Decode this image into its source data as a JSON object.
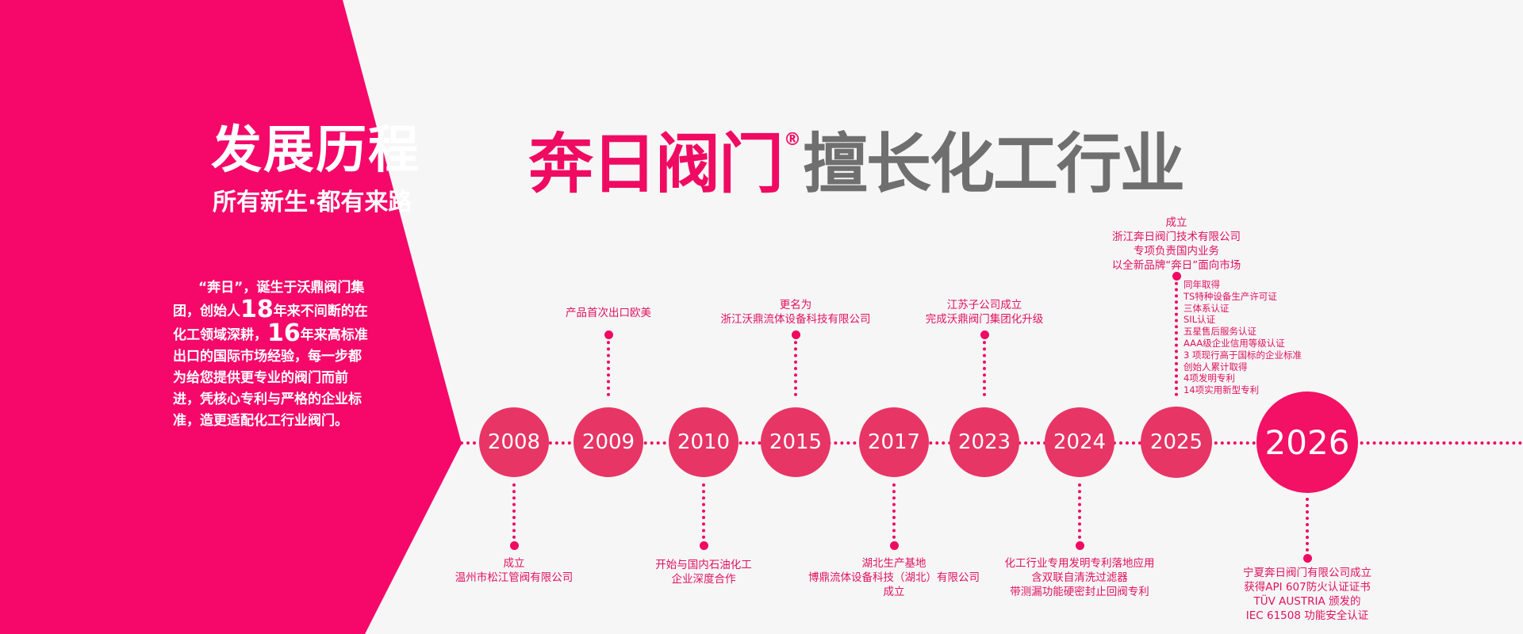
{
  "heading": {
    "title": "发展历程",
    "subtitle": "所有新生·都有来路"
  },
  "intro": {
    "part1": "“奔日”，诞生于沃鼎阀门集团，创始人",
    "num1": "18",
    "part2": "年来不间断的在化工领域深耕，",
    "num2": "16",
    "part3": "年来高标准出口的国际市场经验，每一步都为给您提供更专业的阀门而前进，凭核心专利与严格的企业标准，造更适配化工行业阀门。"
  },
  "brand": {
    "name": "奔日阀门",
    "registered": "®",
    "slogan": "擅长化工行业"
  },
  "timeline": [
    {
      "year": "2008",
      "caption": [
        "成立",
        "温州市松江管阀有限公司"
      ]
    },
    {
      "year": "2009",
      "caption": [
        "产品首次出口欧美"
      ]
    },
    {
      "year": "2010",
      "caption": [
        "开始与国内石油化工",
        "企业深度合作"
      ]
    },
    {
      "year": "2015",
      "caption": [
        "更名为",
        "浙江沃鼎流体设备科技有限公司"
      ]
    },
    {
      "year": "2017",
      "caption": [
        "湖北生产基地",
        "博鼎流体设备科技（湖北）有限公司",
        "成立"
      ]
    },
    {
      "year": "2023",
      "caption": [
        "江苏子公司成立",
        "完成沃鼎阀门集团化升级"
      ]
    },
    {
      "year": "2024",
      "caption": [
        "化工行业专用发明专利落地应用",
        "含双联自清洗过滤器",
        "带测漏功能硬密封止回阀专利"
      ]
    },
    {
      "year": "2025",
      "caption": [
        "成立",
        "浙江奔日阀门技术有限公司",
        "专项负责国内业务",
        "以全新品牌“奔日”面向市场"
      ],
      "list": [
        "同年取得",
        "TS特种设备生产许可证",
        "三体系认证",
        "SIL认证",
        "五星售后服务认证",
        "AAA级企业信用等级认证",
        "3 项现行高于国标的企业标准",
        "创始人累计取得",
        "4项发明专利",
        "14项实用新型专利"
      ]
    },
    {
      "year": "2026",
      "caption": [
        "宁夏奔日阀门有限公司成立",
        "获得API 607防火认证证书",
        "TÜV AUSTRIA 颁发的",
        "IEC 61508 功能安全认证"
      ]
    }
  ],
  "colors": {
    "accent": "#ef0a62",
    "node": "#e73565",
    "brand_gray": "#6f6f6f",
    "background": "#f6f6f6"
  }
}
